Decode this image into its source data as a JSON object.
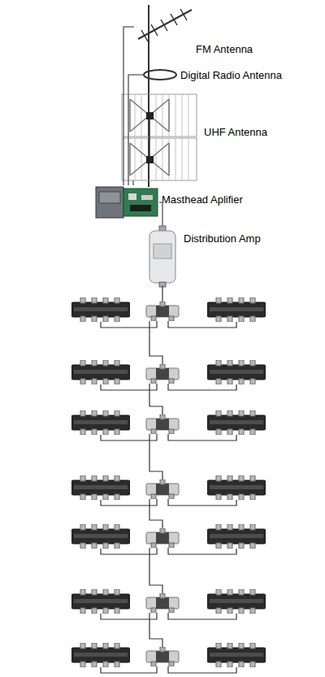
{
  "diagram": {
    "nodes": [
      {
        "text": [
          "FM Antenna"
        ]
      },
      {
        "text": [
          "Digital Radio Antenna"
        ]
      },
      {
        "text": [
          "UHF Antenna"
        ]
      },
      {
        "text": [
          "Masthead Aplifier"
        ]
      },
      {
        "text": [
          "Distribution Amp"
        ]
      }
    ],
    "edges": [
      {
        "from": 0,
        "to": 3,
        "arrow": "none"
      },
      {
        "from": 1,
        "to": 3,
        "arrow": "none"
      },
      {
        "from": 2,
        "to": 3,
        "arrow": "none"
      },
      {
        "from": 3,
        "to": 4,
        "arrow": "none"
      }
    ]
  }
}
